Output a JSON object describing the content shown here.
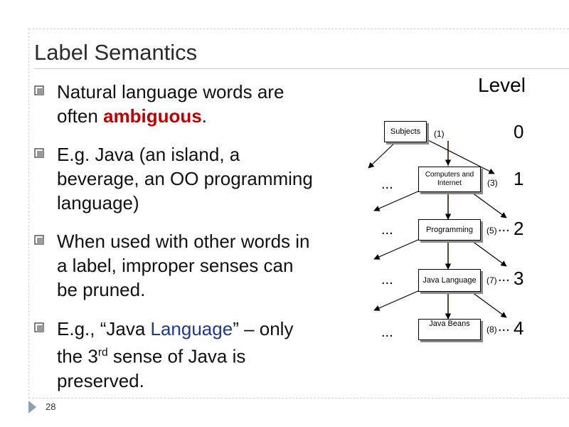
{
  "slide": {
    "title": "Label Semantics",
    "page_number": "28"
  },
  "bullets": [
    {
      "pre": "Natural language words are often ",
      "highlight": "ambiguous",
      "post": "."
    },
    {
      "text": "E.g. Java (an island, a beverage, an OO programming language)"
    },
    {
      "text": "When used with other words in a label, improper senses can be pruned."
    },
    {
      "pre": "E.g., “Java ",
      "highlight": "Language",
      "mid": "” – only the 3",
      "sup": "rd",
      "post": " sense of Java is preserved."
    }
  ],
  "diagram": {
    "level_header": "Level",
    "nodes": [
      {
        "label": "Subjects",
        "count": "(1)",
        "level": "0"
      },
      {
        "label": "Computers and Internet",
        "count": "(3)",
        "level": "1"
      },
      {
        "label": "Programming",
        "count": "(5)",
        "level": "2"
      },
      {
        "label": "Java Language",
        "count": "(7)",
        "level": "3"
      },
      {
        "label": "Java Beans",
        "count": "(8)",
        "level": "4"
      }
    ],
    "ellipsis": "...",
    "colors": {
      "highlight_path": "#e0b060",
      "edge": "#000000"
    }
  },
  "colors": {
    "emphasis_red": "#c00000",
    "emphasis_blue": "#1f3a8a",
    "rule": "#c8c8c8"
  }
}
